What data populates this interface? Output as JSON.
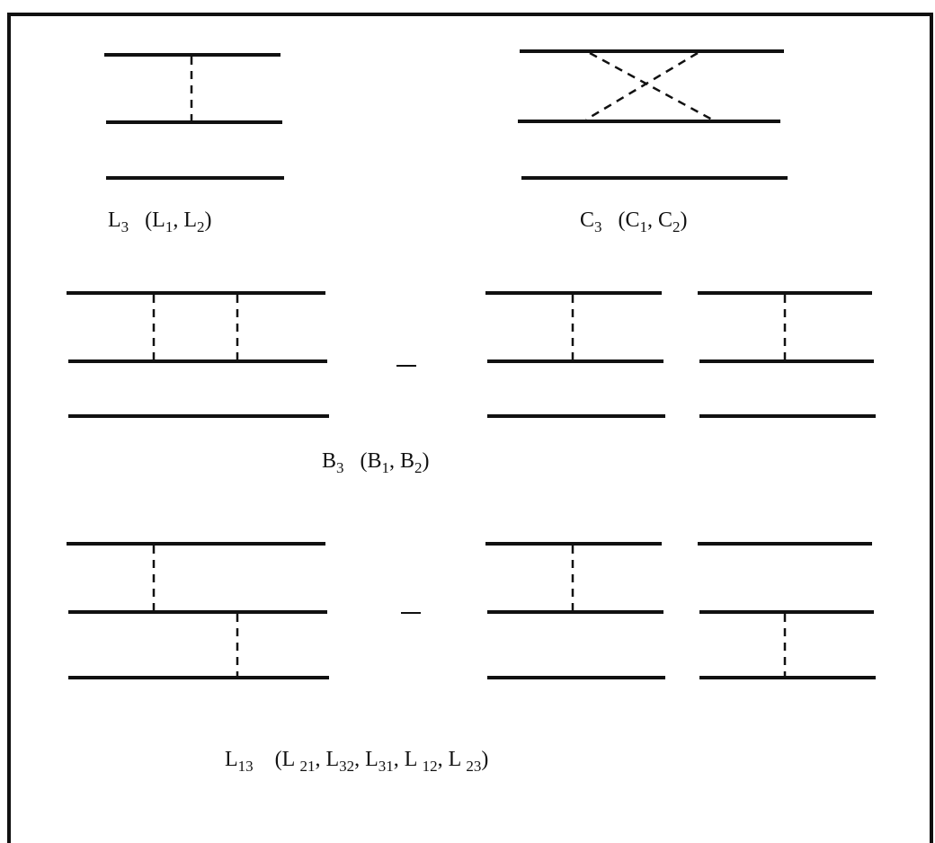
{
  "labels": {
    "l3": {
      "main": "L",
      "main_sub": "3",
      "parts": [
        {
          "t": "(L",
          "s": "1"
        },
        {
          "t": ", L",
          "s": "2"
        },
        {
          "t": ")",
          "s": ""
        }
      ]
    },
    "c3": {
      "main": "C",
      "main_sub": "3",
      "parts": [
        {
          "t": "(C",
          "s": "1"
        },
        {
          "t": ", C",
          "s": "2"
        },
        {
          "t": ")",
          "s": ""
        }
      ]
    },
    "b3": {
      "main": "B",
      "main_sub": "3",
      "parts": [
        {
          "t": "(B",
          "s": "1"
        },
        {
          "t": ", B",
          "s": "2"
        },
        {
          "t": ")",
          "s": ""
        }
      ]
    },
    "l13": {
      "main": "L",
      "main_sub": "13",
      "parts": [
        {
          "t": "(L ",
          "s": "21"
        },
        {
          "t": ", L",
          "s": "32"
        },
        {
          "t": ", L",
          "s": "31"
        },
        {
          "t": ", L ",
          "s": "12"
        },
        {
          "t": ", L ",
          "s": "23"
        },
        {
          "t": ")",
          "s": ""
        }
      ]
    }
  }
}
